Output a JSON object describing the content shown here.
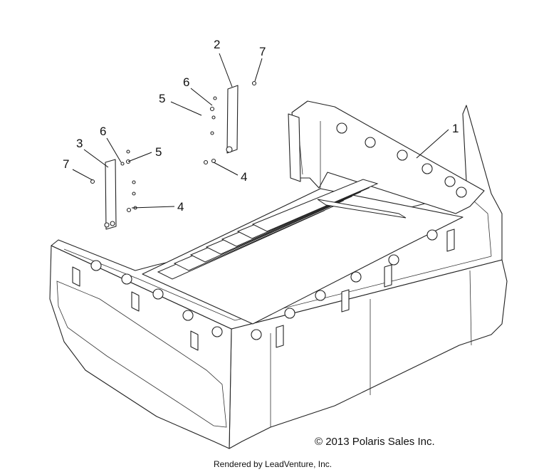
{
  "diagram": {
    "callouts": [
      "1",
      "2",
      "3",
      "4",
      "4",
      "5",
      "5",
      "6",
      "6",
      "7",
      "7"
    ],
    "copyright": "© 2013 Polaris Sales Inc.",
    "rendered_by": "Rendered by LeadVenture, Inc."
  }
}
